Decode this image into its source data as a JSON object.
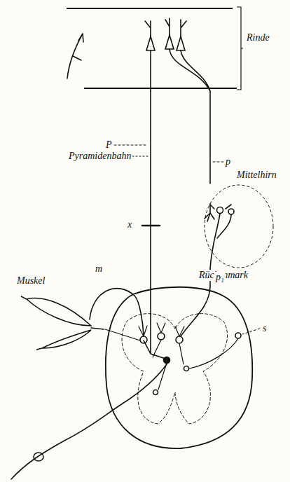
{
  "diagram": {
    "nodes": [
      {
        "text": [
          "Rinde"
        ]
      },
      {
        "text": [
          "Mittelhirn"
        ]
      },
      {
        "text": [
          "Muskel"
        ]
      },
      {
        "text": [
          "Rückenmark"
        ]
      }
    ],
    "edges": [
      {
        "from": 0,
        "to": 3,
        "arrow": "none"
      },
      {
        "from": 0,
        "to": 1,
        "arrow": "none"
      },
      {
        "from": 1,
        "to": 3,
        "arrow": "none"
      },
      {
        "from": 3,
        "to": 2,
        "arrow": "none"
      }
    ],
    "labels": [
      "P",
      "Pyramidenbahn",
      "p",
      "x",
      "p₁",
      "m",
      "s"
    ]
  }
}
